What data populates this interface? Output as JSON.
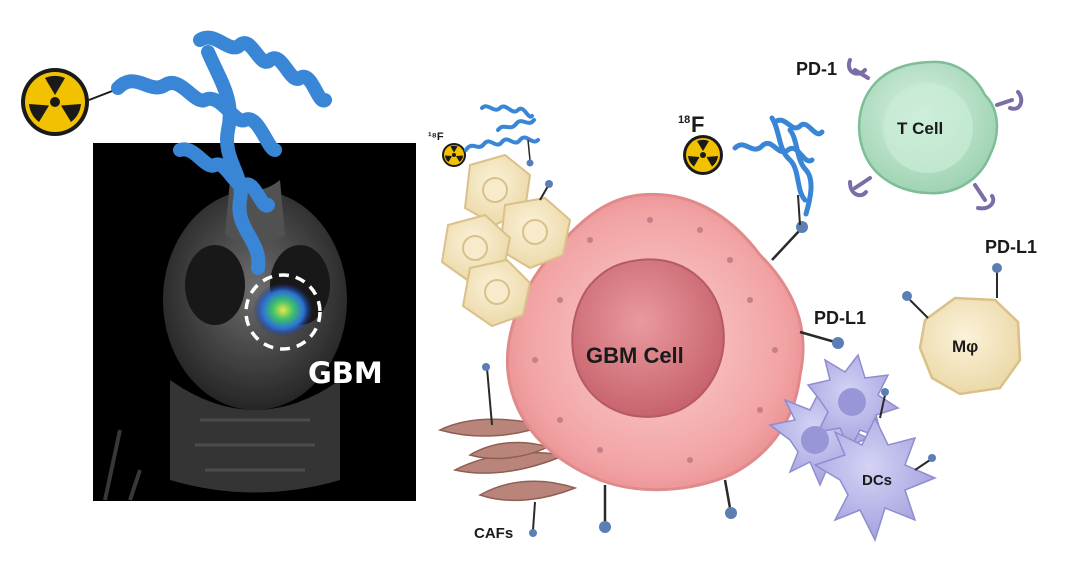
{
  "panel_left": {
    "scan_label": "GBM"
  },
  "panel_right": {
    "isotope_small": "¹⁸F",
    "isotope_large": "18F",
    "isotope_large_sup": "18",
    "isotope_large_el": "F",
    "tcell_label": "T Cell",
    "pd1_label": "PD-1",
    "pdl1_label_right": "PD-L1",
    "pdl1_label_center": "PD-L1",
    "macrophage_label": "Mφ",
    "gbm_cell_label": "GBM Cell",
    "dcs_label": "DCs",
    "cafs_label": "CAFs"
  },
  "colors": {
    "helix": "#3a86d6",
    "radiation_bg": "#f2c200",
    "gbm_outer": "#f4a6a6",
    "gbm_nucleus": "#d9777f",
    "tcell": "#b9e3c8",
    "macrophage": "#f3e4bf",
    "dc": "#b8b6e6",
    "caf": "#b9857a",
    "receptor": "#7b6ea8",
    "ligand": "#5b7fb5"
  }
}
